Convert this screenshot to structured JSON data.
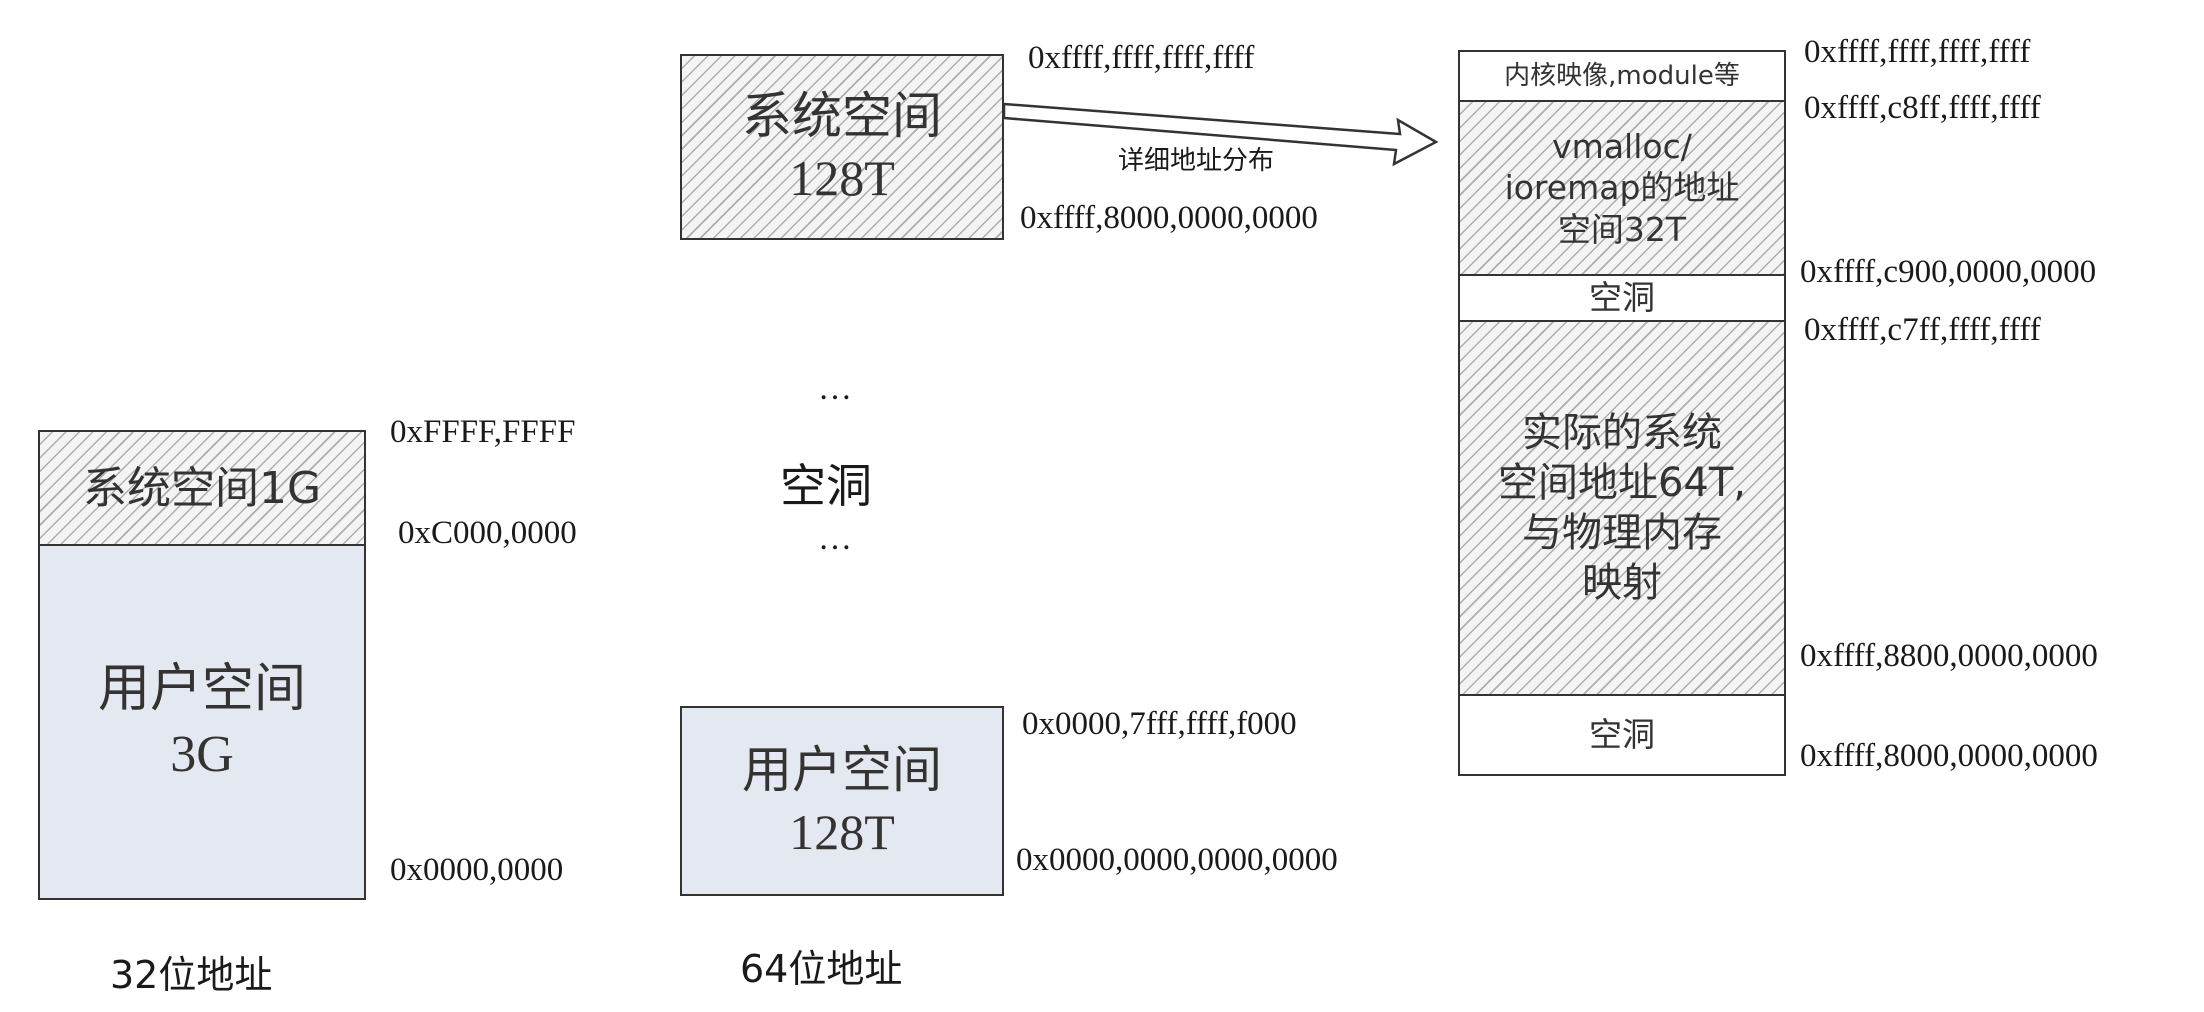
{
  "left_map": {
    "system_space": "系统空间1G",
    "user_space": [
      "用户空间",
      "3G"
    ],
    "addr_top": "0xFFFF,FFFF",
    "addr_split": "0xC000,0000",
    "addr_bottom": "0x0000,0000",
    "caption": "32位地址"
  },
  "middle_map": {
    "system_space": [
      "系统空间",
      "128T"
    ],
    "addr_sys_top": "0xffff,ffff,ffff,ffff",
    "addr_sys_bottom": "0xffff,8000,0000,0000",
    "arrow_label": "详细地址分布",
    "gap_dots_top": "…",
    "gap_label": "空洞",
    "gap_dots_bottom": "…",
    "user_space": [
      "用户空间",
      "128T"
    ],
    "addr_user_top": "0x0000,7fff,ffff,f000",
    "addr_user_bottom": "0x0000,0000,0000,0000",
    "caption": "64位地址"
  },
  "right_map": {
    "kernel_image": "内核映像,module等",
    "vmalloc": [
      "vmalloc/",
      "ioremap的地址",
      "空间32T"
    ],
    "hole1": "空洞",
    "actual_space": [
      "实际的系统",
      "空间地址64T,",
      "与物理内存",
      "映射"
    ],
    "hole2": "空洞",
    "addresses": [
      "0xffff,ffff,ffff,ffff",
      "0xffff,c8ff,ffff,ffff",
      "0xffff,c900,0000,0000",
      "0xffff,c7ff,ffff,ffff",
      "0xffff,8800,0000,0000",
      "0xffff,8000,0000,0000"
    ]
  },
  "colors": {
    "hatch_line": "#aeaeae",
    "user_fill": "#e4e8f1",
    "border": "#333333"
  }
}
